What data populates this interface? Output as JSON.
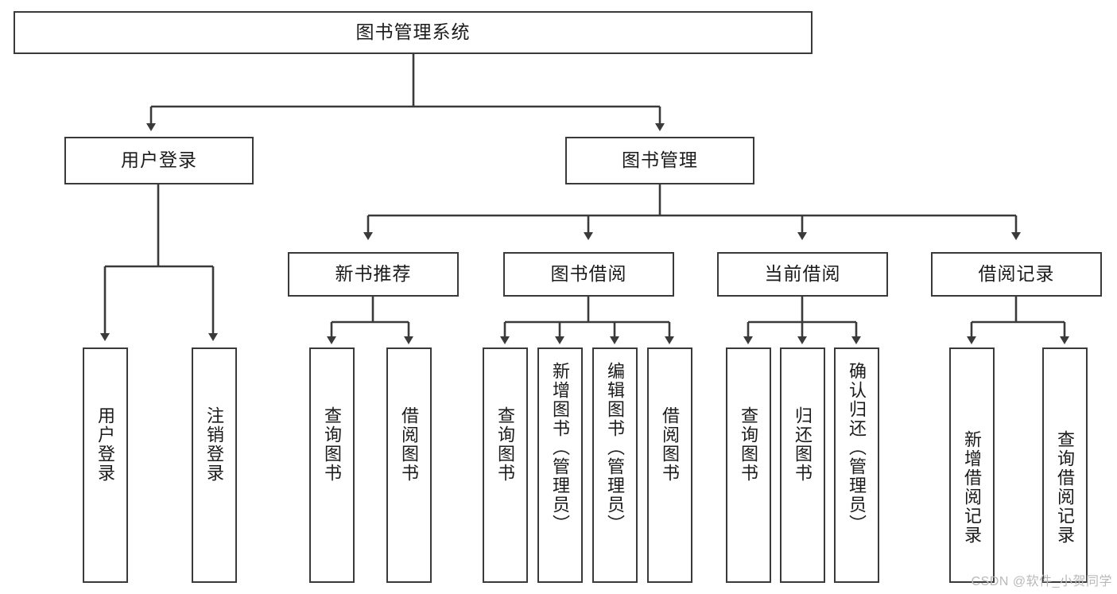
{
  "diagram": {
    "title": "图书管理系统",
    "watermark": "CSDN @软件_小贺同学",
    "colors": {
      "background": "#ffffff",
      "stroke": "#3a3a3a",
      "text": "#1b1b1b",
      "watermark": "#b9b9b9"
    },
    "root": {
      "label": "图书管理系统"
    },
    "level2": [
      {
        "label": "用户登录"
      },
      {
        "label": "图书管理"
      }
    ],
    "level3": [
      {
        "label": "新书推荐"
      },
      {
        "label": "图书借阅"
      },
      {
        "label": "当前借阅"
      },
      {
        "label": "借阅记录"
      }
    ],
    "leaves": {
      "user_login": [
        {
          "label": "用户登录"
        },
        {
          "label": "注销登录"
        }
      ],
      "new_book": [
        {
          "label": "查询图书"
        },
        {
          "label": "借阅图书"
        }
      ],
      "book_borrow": [
        {
          "label": "查询图书"
        },
        {
          "label": "新增图书（管理员）"
        },
        {
          "label": "编辑图书（管理员）"
        },
        {
          "label": "借阅图书"
        }
      ],
      "current_borrow": [
        {
          "label": "查询图书"
        },
        {
          "label": "归还图书"
        },
        {
          "label": "确认归还（管理员）"
        }
      ],
      "borrow_record": [
        {
          "label": "新增借阅记录"
        },
        {
          "label": "查询借阅记录"
        }
      ]
    }
  }
}
